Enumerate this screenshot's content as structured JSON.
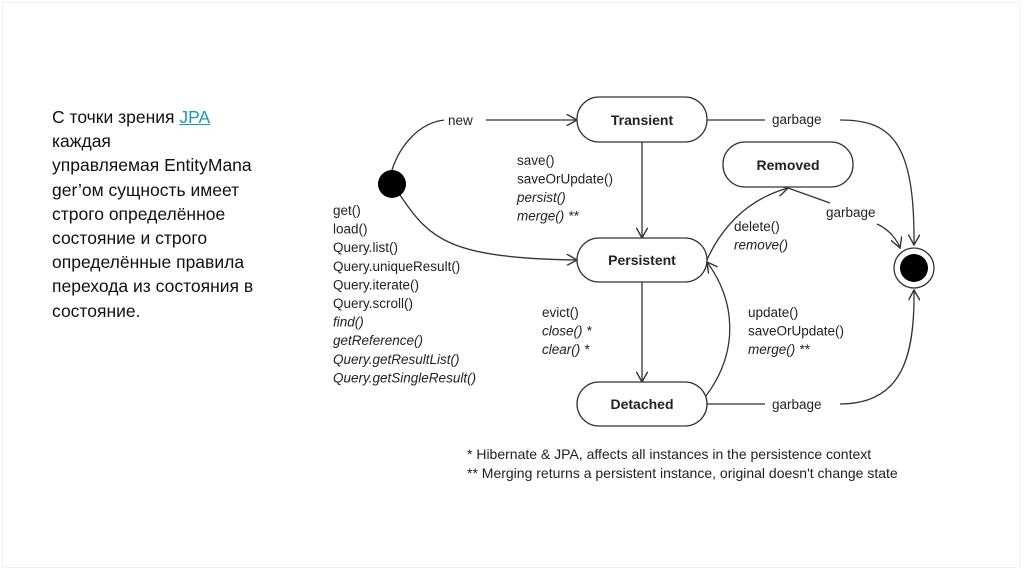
{
  "slide": {
    "paragraph": {
      "prefix": "С точки зрения ",
      "link": "JPA",
      "lines_after_link": [
        "каждая",
        "управляемая EntityMana",
        "ger’ом  сущность имеет",
        "строго определённое",
        "состояние и строго",
        "определённые правила",
        "перехода из состояния в",
        "состояние."
      ]
    }
  },
  "diagram": {
    "states": {
      "transient": "Transient",
      "persistent": "Persistent",
      "removed": "Removed",
      "detached": "Detached"
    },
    "transitions": {
      "new": "new",
      "garbage_transient": "garbage",
      "garbage_removed": "garbage",
      "garbage_detached": "garbage",
      "transient_to_persistent": [
        {
          "text": "save()",
          "italic": false
        },
        {
          "text": "saveOrUpdate()",
          "italic": false
        },
        {
          "text": "persist()",
          "italic": true
        },
        {
          "text": "merge() **",
          "italic": true
        }
      ],
      "initial_to_persistent": [
        {
          "text": "get()",
          "italic": false
        },
        {
          "text": "load()",
          "italic": false
        },
        {
          "text": "Query.list()",
          "italic": false
        },
        {
          "text": "Query.uniqueResult()",
          "italic": false
        },
        {
          "text": "Query.iterate()",
          "italic": false
        },
        {
          "text": "Query.scroll()",
          "italic": false
        },
        {
          "text": "find()",
          "italic": true
        },
        {
          "text": "getReference()",
          "italic": true
        },
        {
          "text": "Query.getResultList()",
          "italic": true
        },
        {
          "text": "Query.getSingleResult()",
          "italic": true
        }
      ],
      "persistent_to_removed": [
        {
          "text": "delete()",
          "italic": false
        },
        {
          "text": "remove()",
          "italic": true
        }
      ],
      "persistent_to_detached": [
        {
          "text": "evict()",
          "italic": false
        },
        {
          "text": "close() *",
          "italic": true
        },
        {
          "text": "clear() *",
          "italic": true
        }
      ],
      "detached_to_persistent": [
        {
          "text": "update()",
          "italic": false
        },
        {
          "text": "saveOrUpdate()",
          "italic": false
        },
        {
          "text": "merge() **",
          "italic": true
        }
      ]
    },
    "footnotes": [
      "* Hibernate & JPA, affects all instances in the persistence context",
      "** Merging returns a persistent instance, original doesn't change state"
    ],
    "colors": {
      "stroke": "#333333",
      "text": "#222222",
      "link": "#1c9bb0"
    }
  }
}
